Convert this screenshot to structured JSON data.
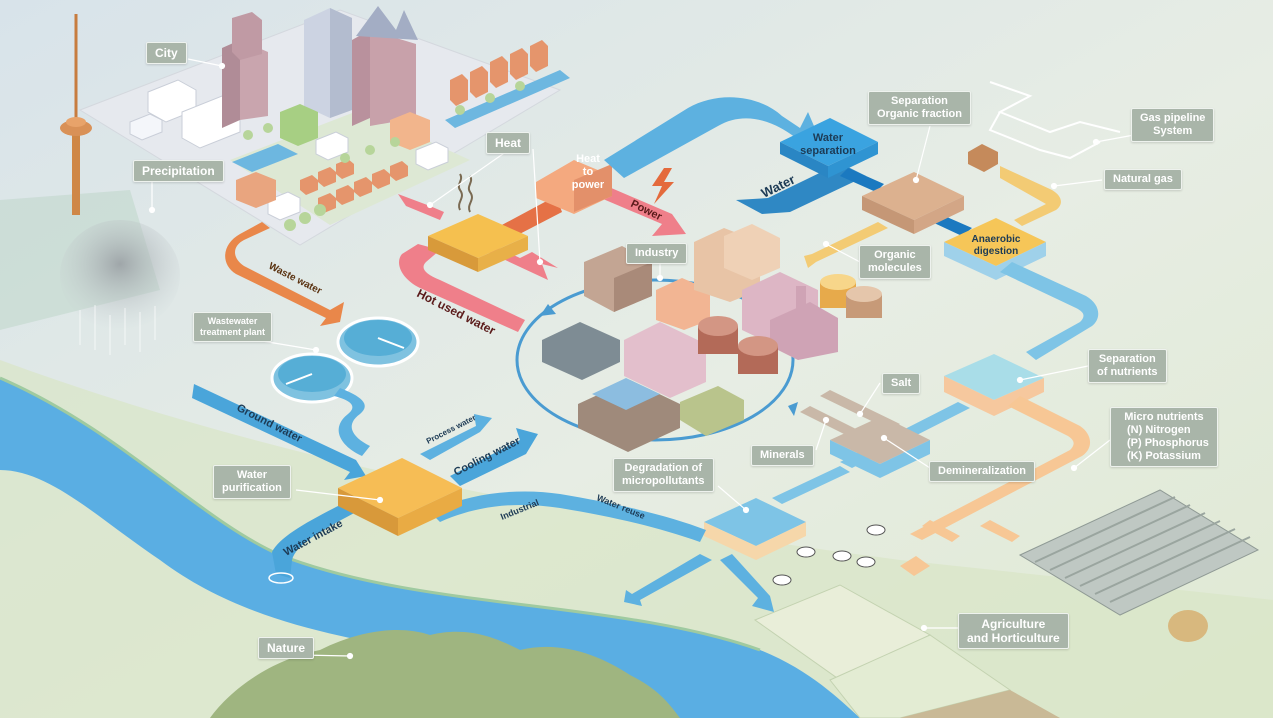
{
  "colors": {
    "water": "#5cb0df",
    "water_dark": "#2f88c4",
    "heat": "#e87a86",
    "orange": "#f0a05e",
    "nutrient": "#f7c795",
    "label_bg": "#a9b5a9",
    "river": "#5aaee3",
    "gas": "#f3cb74",
    "process_box": "#f6bd55"
  },
  "labels": {
    "city": "City",
    "precipitation": "Precipitation",
    "heat": "Heat",
    "heat_to_power": [
      "Heat",
      "to",
      "power"
    ],
    "power": "Power",
    "industry": "Industry",
    "separation_organic": [
      "Separation",
      "Organic fraction"
    ],
    "gas_pipeline": [
      "Gas pipeline",
      "System"
    ],
    "natural_gas": "Natural gas",
    "water_separation": [
      "Water",
      "separation"
    ],
    "water": "Water",
    "organic_molecules": [
      "Organic",
      "molecules"
    ],
    "anaerobic_digestion": [
      "Anaerobic",
      "digestion"
    ],
    "waste_water": "Waste water",
    "hot_used_water": "Hot used water",
    "wastewater_plant": [
      "Wastewater",
      "treatment plant"
    ],
    "separation_nutrients": [
      "Separation",
      "of nutrients"
    ],
    "salt": "Salt",
    "micro_nutrients": [
      "Micro nutrients",
      "(N) Nitrogen",
      "(P) Phosphorus",
      "(K) Potassium"
    ],
    "ground_water": "Ground water",
    "process_water": "Process water",
    "cooling_water": "Cooling water",
    "water_purification": [
      "Water",
      "purification"
    ],
    "minerals": "Minerals",
    "demineralization": "Demineralization",
    "degradation": [
      "Degradation of",
      "micropollutants"
    ],
    "water_intake": "Water intake",
    "industrial": "Industrial",
    "water_reuse": "Water reuse",
    "agriculture": [
      "Agriculture",
      "and Horticulture"
    ],
    "nature": "Nature"
  }
}
